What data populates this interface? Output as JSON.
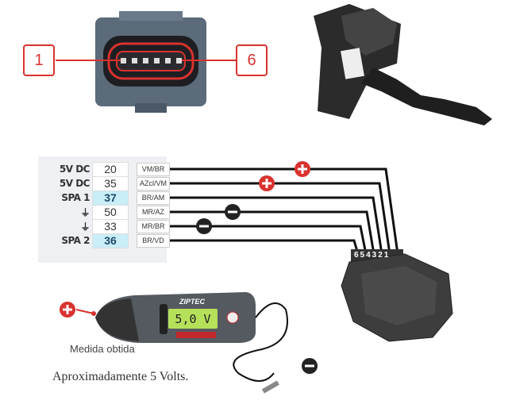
{
  "connector": {
    "pin_first": "1",
    "pin_last": "6"
  },
  "wiring": [
    {
      "signal": "5V DC",
      "pin": "20",
      "color_code": "VM/BR",
      "highlight": false
    },
    {
      "signal": "5V DC",
      "pin": "35",
      "color_code": "AZcl/VM",
      "highlight": false
    },
    {
      "signal": "SPA 1",
      "pin": "37",
      "color_code": "BR/AM",
      "highlight": true
    },
    {
      "signal": "",
      "pin": "50",
      "color_code": "MR/AZ",
      "highlight": false,
      "icon": "ground-icon"
    },
    {
      "signal": "",
      "pin": "33",
      "color_code": "MR/BR",
      "highlight": false,
      "icon": "ground-icon"
    },
    {
      "signal": "SPA 2",
      "pin": "36",
      "color_code": "BR/VD",
      "highlight": true
    }
  ],
  "sensor_pins": "654321",
  "multimeter": {
    "brand": "ZIPTEC",
    "reading": "5,0 V"
  },
  "captions": {
    "measured": "Medida obtida",
    "result": "Aproximadamente 5 Volts."
  },
  "colors": {
    "accent_red": "#d9322e",
    "highlight": "#c9eef7",
    "lcd": "#b5e05a"
  }
}
